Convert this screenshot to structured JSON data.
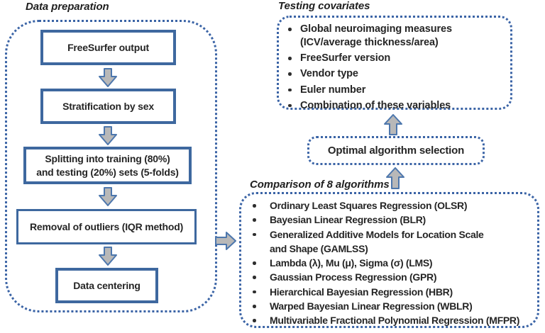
{
  "colors": {
    "solid_border_blue": "#3e689f",
    "dotted_border_blue": "#3b64a6",
    "arrow_fill_gray": "#b8b8b8",
    "arrow_stroke_blue": "#4d77ad",
    "text": "#252525",
    "background": "#ffffff"
  },
  "data_preparation": {
    "title": "Data preparation",
    "steps": [
      "FreeSurfer output",
      "Stratification by sex",
      "Splitting into training (80%)\nand testing (20%) sets (5-folds)",
      "Removal of outliers (IQR method)",
      "Data centering"
    ]
  },
  "testing_covariates": {
    "title": "Testing covariates",
    "items": [
      "Global neuroimaging measures\n(ICV/average thickness/area)",
      "FreeSurfer version",
      "Vendor type",
      "Euler number",
      "Combination of these variables"
    ]
  },
  "optimal_selection": {
    "label": "Optimal algorithm selection"
  },
  "comparison": {
    "title": "Comparison of 8 algorithms",
    "items": [
      "Ordinary Least Squares Regression (OLSR)",
      "Bayesian Linear Regression (BLR)",
      "Generalized Additive Models for Location Scale\nand Shape (GAMLSS)",
      "Lambda (λ), Mu (μ), Sigma (σ) (LMS)",
      "Gaussian Process Regression (GPR)",
      "Hierarchical Bayesian Regression (HBR)",
      "Warped Bayesian Linear Regression (WBLR)",
      "Multivariable Fractional Polynomial Regression (MFPR)"
    ]
  }
}
